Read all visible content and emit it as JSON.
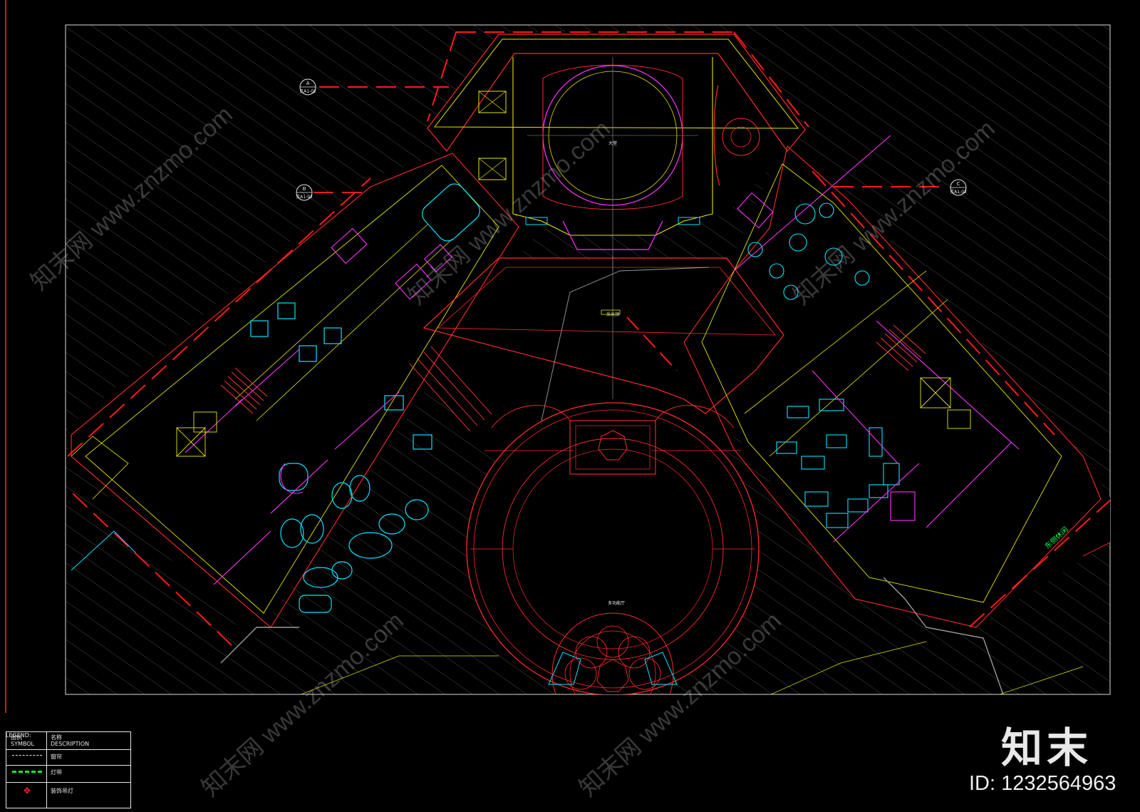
{
  "axis_tags": [
    {
      "letter": "A",
      "sub": "见A1-02"
    },
    {
      "letter": "B",
      "sub": "见A1-02"
    },
    {
      "letter": "C",
      "sub": "见A1-02"
    }
  ],
  "room_labels": {
    "top_hall": "大堂",
    "sky_label": "采光顶",
    "round_hall": "多功能厅",
    "right_tag": "东侧休闲"
  },
  "legend": {
    "title": "LEGEND:",
    "header_symbol": "图例",
    "header_symbol_en": "SYMBOL",
    "header_desc": "名称",
    "header_desc_en": "DESCRIPTION",
    "rows": [
      {
        "desc": "窗帘"
      },
      {
        "desc": "灯带"
      },
      {
        "desc": "装饰吊灯"
      }
    ]
  },
  "watermark": {
    "logo": "知末",
    "id": "ID: 1232564963",
    "site": "www.znzmo.com",
    "brand": "知末网"
  },
  "colors": {
    "background": "#000000",
    "frame": "#ffffff",
    "red": "#ff1a1a",
    "yellow": "#e6e600",
    "cyan": "#00e5ff",
    "magenta": "#ff33ff",
    "green": "#00ff33",
    "gray": "#9a9a9a"
  }
}
